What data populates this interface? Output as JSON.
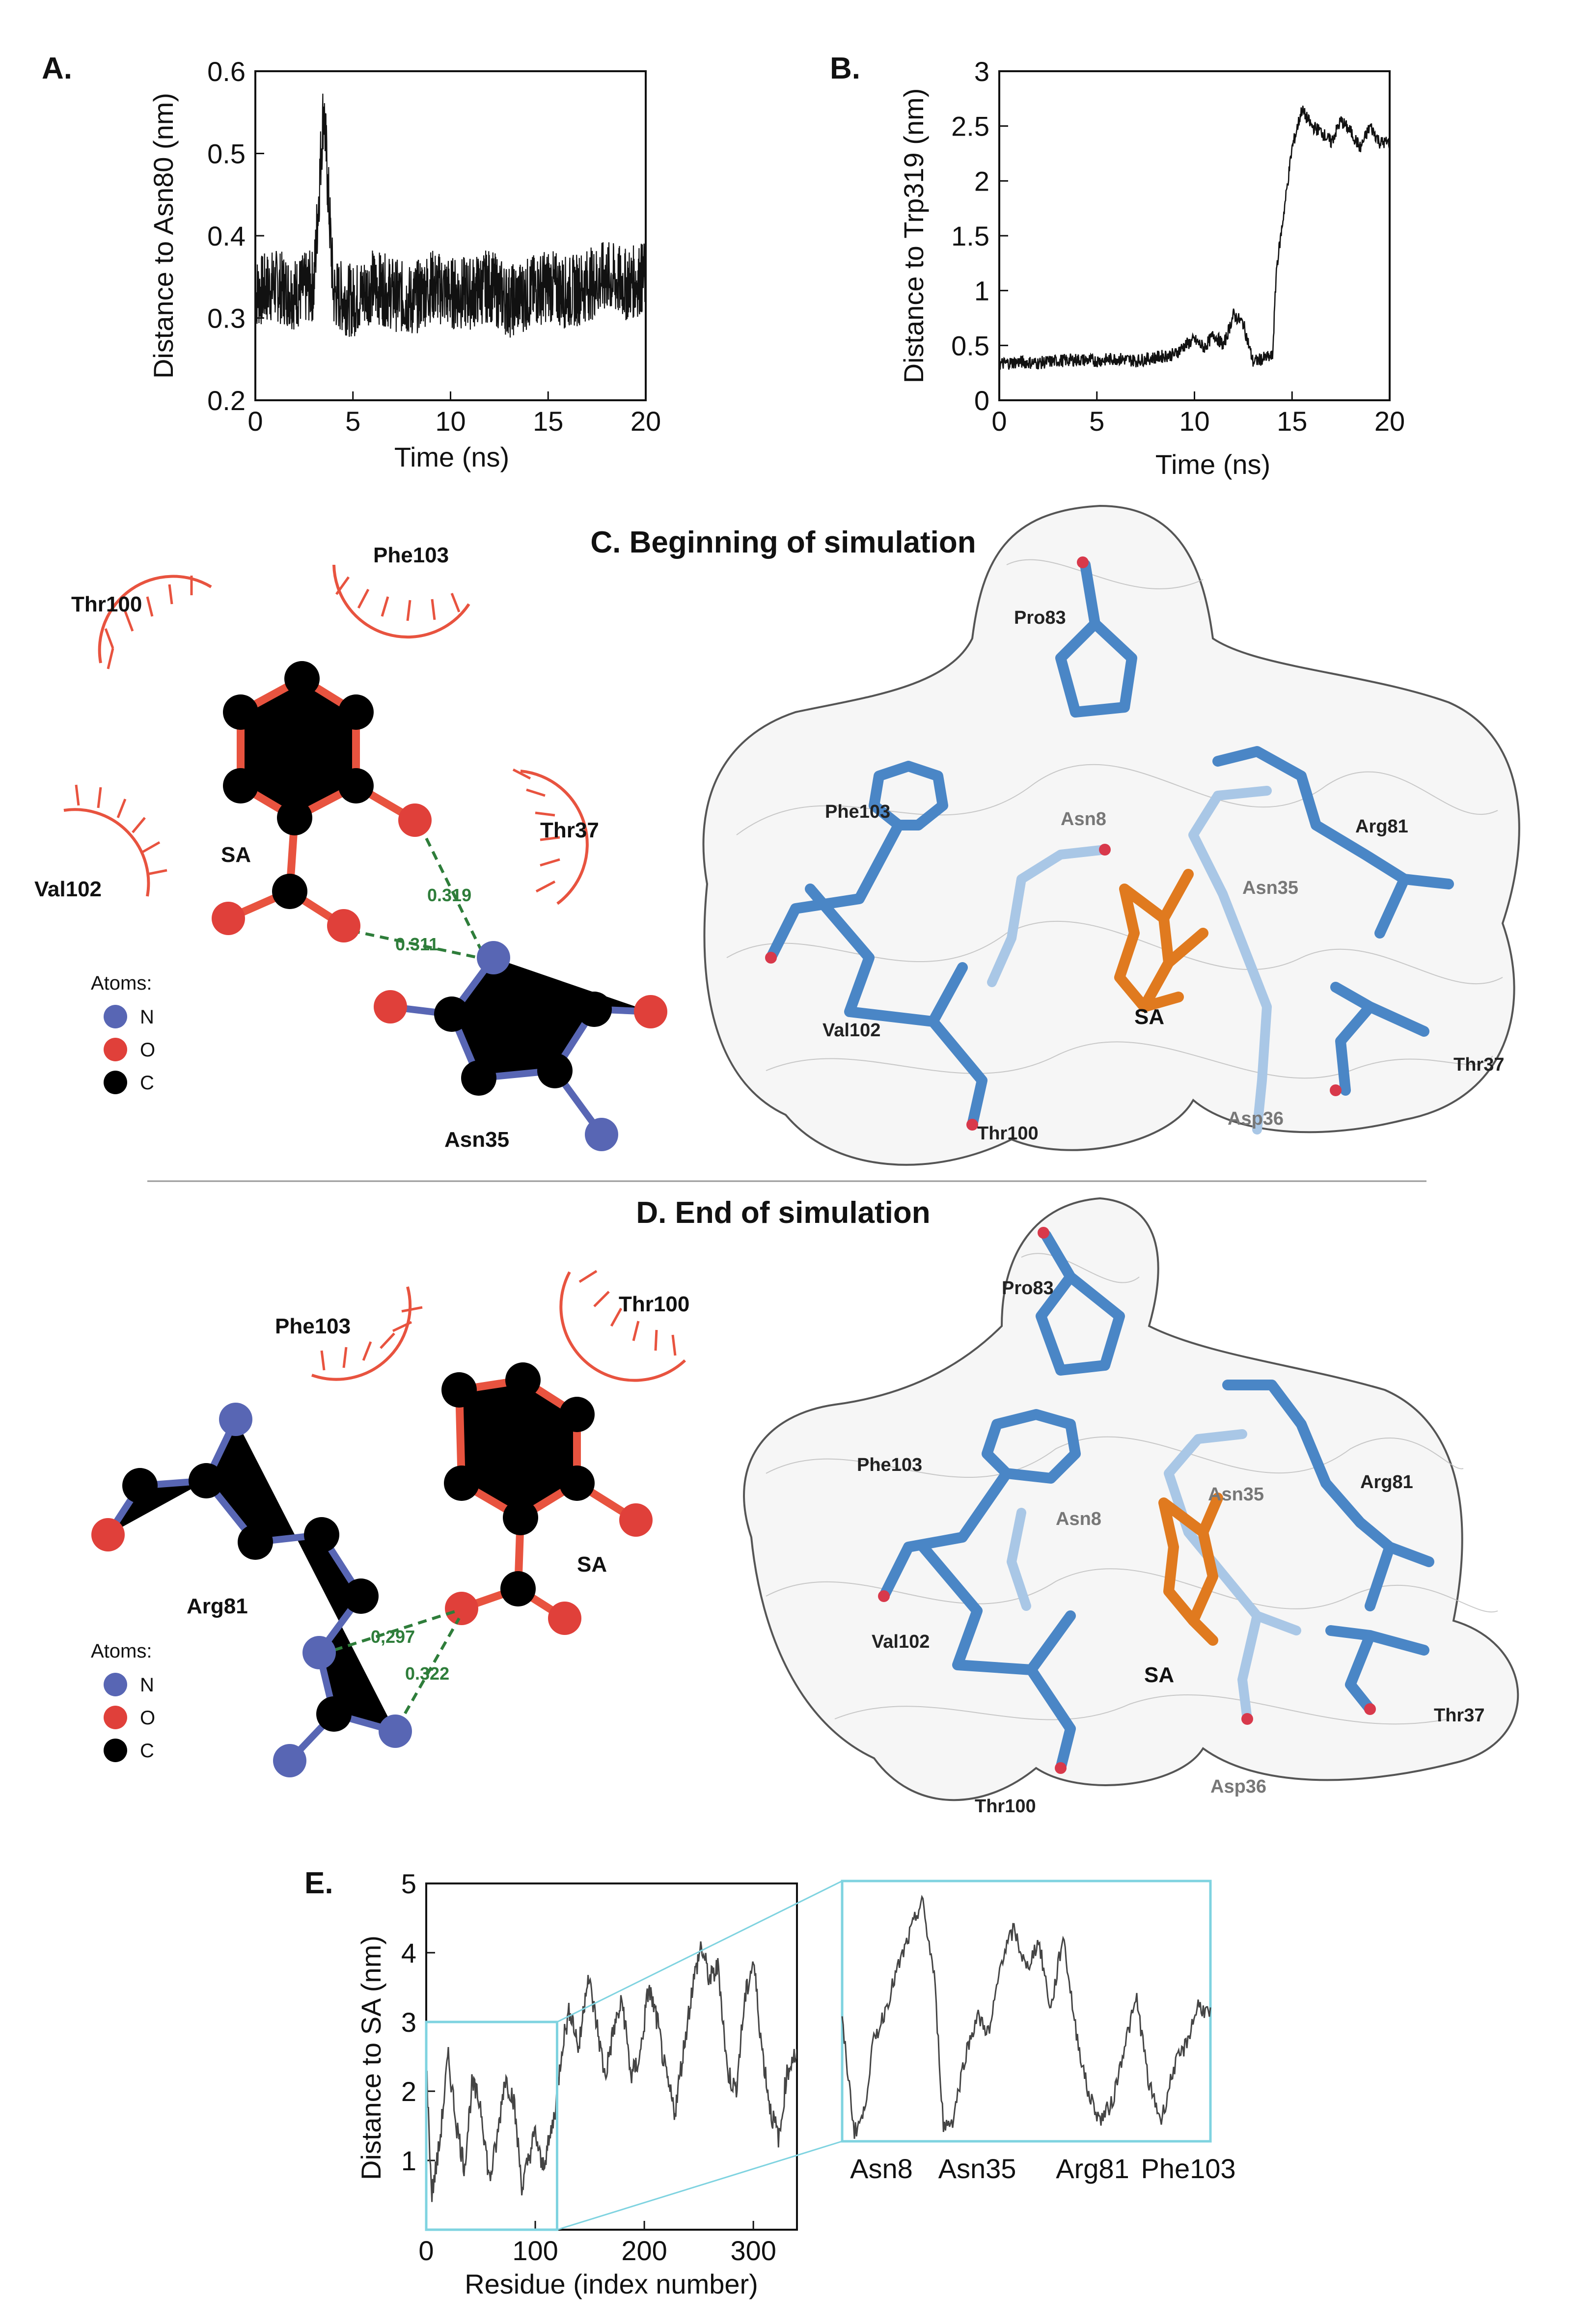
{
  "panels": {
    "A": {
      "label": "A.",
      "ylabel": "Distance to Asn80 (nm)",
      "xlabel": "Time (ns)",
      "xticks": [
        "0",
        "5",
        "10",
        "15",
        "20"
      ],
      "yticks": [
        "0.2",
        "0.3",
        "0.4",
        "0.5",
        "0.6"
      ]
    },
    "B": {
      "label": "B.",
      "ylabel": "Distance to Trp319 (nm)",
      "xlabel": "Time (ns)",
      "xticks": [
        "0",
        "5",
        "10",
        "15",
        "20"
      ],
      "yticks": [
        "0",
        "0.5",
        "1",
        "1.5",
        "2",
        "2.5",
        "3"
      ]
    },
    "C": {
      "title": "C. Beginning of simulation",
      "residues2d": [
        "Thr100",
        "Phe103",
        "Val102",
        "Thr37",
        "Asn35",
        "SA"
      ],
      "hbonds": [
        "0.319",
        "0.311"
      ],
      "legend_title": "Atoms:",
      "legend": [
        {
          "symbol": "N",
          "color": "#5866b4"
        },
        {
          "symbol": "O",
          "color": "#e0403a"
        },
        {
          "symbol": "C",
          "color": "#000000"
        }
      ],
      "residues3d": [
        "Pro83",
        "Phe103",
        "Asn8",
        "Arg81",
        "Asn35",
        "SA",
        "Val102",
        "Thr100",
        "Asp36",
        "Thr37"
      ]
    },
    "D": {
      "title": "D. End of simulation",
      "residues2d": [
        "Phe103",
        "Thr100",
        "Arg81",
        "SA"
      ],
      "hbonds": [
        "0,297",
        "0.322"
      ],
      "legend_title": "Atoms:",
      "legend": [
        {
          "symbol": "N",
          "color": "#5866b4"
        },
        {
          "symbol": "O",
          "color": "#e0403a"
        },
        {
          "symbol": "C",
          "color": "#000000"
        }
      ],
      "residues3d": [
        "Pro83",
        "Phe103",
        "Asn35",
        "Arg81",
        "Asn8",
        "Val102",
        "SA",
        "Thr37",
        "Thr100",
        "Asp36"
      ]
    },
    "E": {
      "label": "E.",
      "ylabel": "Distance to SA (nm)",
      "xlabel": "Residue (index number)",
      "xticks": [
        "0",
        "100",
        "200",
        "300"
      ],
      "yticks": [
        "1",
        "2",
        "3",
        "4",
        "5"
      ],
      "zoom_labels": [
        "Asn8",
        "Asn35",
        "Arg81",
        "Phe103"
      ]
    }
  },
  "colors": {
    "trace": "#111111",
    "inset": "#7fd3e0",
    "carbon_bond": "#e8533f",
    "nitrogen_bond": "#5866b4",
    "protein": "#4a86c6",
    "ligand": "#e07a1f",
    "hbond": "#2e7d3a"
  },
  "chart_data": [
    {
      "type": "line",
      "panel": "A",
      "ylabel": "Distance to Asn80 (nm)",
      "xlabel": "Time (ns)",
      "xlim": [
        0,
        20
      ],
      "ylim": [
        0.2,
        0.6
      ],
      "series": [
        {
          "x": [
            0,
            1,
            2,
            3,
            3.5,
            4,
            5,
            6,
            7,
            8,
            9,
            10,
            11,
            12,
            13,
            14,
            15,
            16,
            17,
            18,
            19,
            20
          ],
          "values": [
            0.33,
            0.34,
            0.33,
            0.34,
            0.56,
            0.33,
            0.32,
            0.34,
            0.33,
            0.32,
            0.34,
            0.33,
            0.33,
            0.34,
            0.32,
            0.33,
            0.34,
            0.33,
            0.34,
            0.35,
            0.34,
            0.35
          ]
        }
      ]
    },
    {
      "type": "line",
      "panel": "B",
      "ylabel": "Distance to Trp319 (nm)",
      "xlabel": "Time (ns)",
      "xlim": [
        0,
        20
      ],
      "ylim": [
        0,
        3
      ],
      "series": [
        {
          "x": [
            0,
            1,
            2,
            3,
            4,
            5,
            6,
            7,
            8,
            9,
            9.5,
            10,
            10.5,
            11,
            11.5,
            12,
            12.5,
            13,
            13.5,
            14,
            14.2,
            14.5,
            15,
            15.5,
            16,
            16.5,
            17,
            17.5,
            18,
            18.5,
            19,
            19.5,
            20
          ],
          "values": [
            0.33,
            0.35,
            0.34,
            0.36,
            0.37,
            0.36,
            0.38,
            0.36,
            0.39,
            0.42,
            0.5,
            0.55,
            0.48,
            0.6,
            0.5,
            0.78,
            0.7,
            0.35,
            0.38,
            0.4,
            1.2,
            1.6,
            2.3,
            2.65,
            2.5,
            2.45,
            2.35,
            2.55,
            2.45,
            2.3,
            2.5,
            2.35,
            2.35
          ]
        }
      ]
    },
    {
      "type": "line",
      "panel": "E",
      "ylabel": "Distance to SA (nm)",
      "xlabel": "Residue (index number)",
      "xlim": [
        0,
        340
      ],
      "ylim": [
        0,
        5
      ],
      "series": [
        {
          "x": [
            0,
            5,
            12,
            20,
            28,
            35,
            42,
            50,
            58,
            65,
            72,
            80,
            88,
            95,
            100,
            106,
            112,
            118,
            125,
            132,
            140,
            148,
            156,
            164,
            172,
            180,
            188,
            196,
            204,
            212,
            220,
            228,
            236,
            244,
            252,
            260,
            268,
            276,
            284,
            292,
            300,
            308,
            316,
            324,
            330,
            336
          ],
          "values": [
            2.4,
            0.5,
            1.2,
            2.5,
            1.5,
            0.9,
            2.1,
            1.8,
            0.7,
            1.3,
            2.2,
            1.9,
            0.6,
            1.1,
            1.4,
            0.9,
            1.2,
            1.7,
            2.7,
            3.2,
            2.6,
            3.7,
            3.0,
            2.2,
            2.9,
            3.3,
            2.2,
            2.5,
            3.5,
            3.0,
            2.2,
            1.7,
            2.6,
            3.5,
            4.1,
            3.6,
            3.8,
            2.3,
            2.0,
            3.3,
            3.9,
            2.6,
            1.7,
            1.3,
            2.2,
            2.5
          ]
        }
      ]
    },
    {
      "type": "line",
      "panel": "E-inset",
      "xticklabels": [
        "Asn8",
        "Asn35",
        "Arg81",
        "Phe103"
      ],
      "series": [
        {
          "x": [
            0,
            4,
            7,
            10,
            14,
            18,
            22,
            26,
            30,
            33,
            36,
            40,
            44,
            48,
            52,
            56,
            60,
            64,
            68,
            72,
            76,
            80,
            84,
            88,
            92,
            96,
            100,
            104,
            108,
            112,
            116,
            120
          ],
          "values": [
            2.4,
            0.5,
            0.8,
            2.0,
            2.6,
            3.3,
            3.9,
            4.5,
            3.2,
            0.6,
            0.7,
            1.8,
            2.5,
            2.2,
            3.5,
            4.0,
            3.3,
            3.8,
            2.6,
            3.9,
            2.3,
            1.2,
            0.7,
            1.0,
            2.0,
            2.8,
            1.3,
            0.7,
            1.6,
            2.0,
            2.7,
            2.5
          ]
        }
      ]
    }
  ]
}
